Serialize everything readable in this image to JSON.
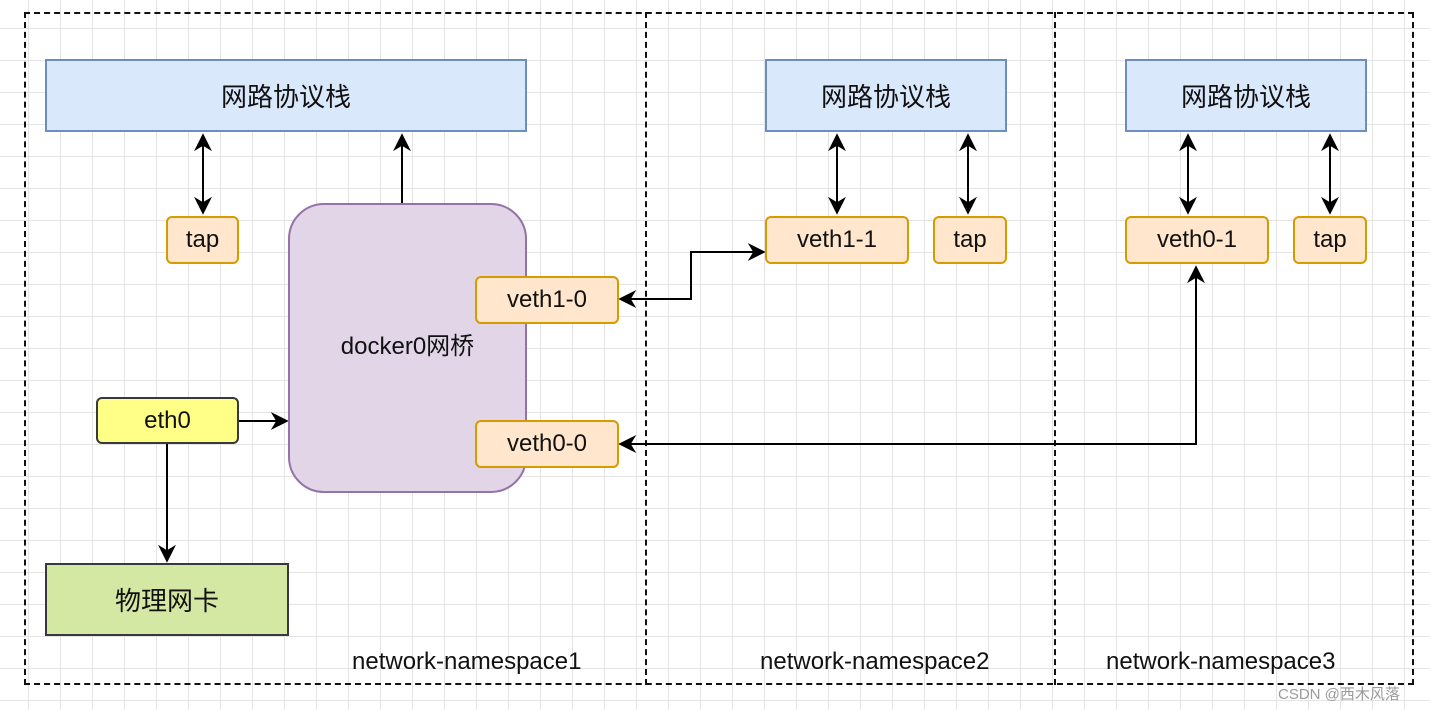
{
  "namespaces": [
    {
      "label": "network-namespace1"
    },
    {
      "label": "network-namespace2"
    },
    {
      "label": "network-namespace3"
    }
  ],
  "ns1": {
    "stack_label": "网路协议栈",
    "tap_label": "tap",
    "bridge_label": "docker0网桥",
    "veth1_0_label": "veth1-0",
    "veth0_0_label": "veth0-0",
    "eth0_label": "eth0",
    "nic_label": "物理网卡"
  },
  "ns2": {
    "stack_label": "网路协议栈",
    "veth_label": "veth1-1",
    "tap_label": "tap"
  },
  "ns3": {
    "stack_label": "网路协议栈",
    "veth_label": "veth0-1",
    "tap_label": "tap"
  },
  "watermark": "CSDN @西木风落",
  "colors": {
    "stack_fill": "#dae8fc",
    "stack_stroke": "#6c8ebf",
    "iface_fill": "#ffe6cc",
    "iface_stroke": "#d79b00",
    "bridge_fill": "#e1d5e7",
    "bridge_stroke": "#9673a6",
    "eth_fill": "#ffff88",
    "nic_fill": "#d5e8a3"
  }
}
